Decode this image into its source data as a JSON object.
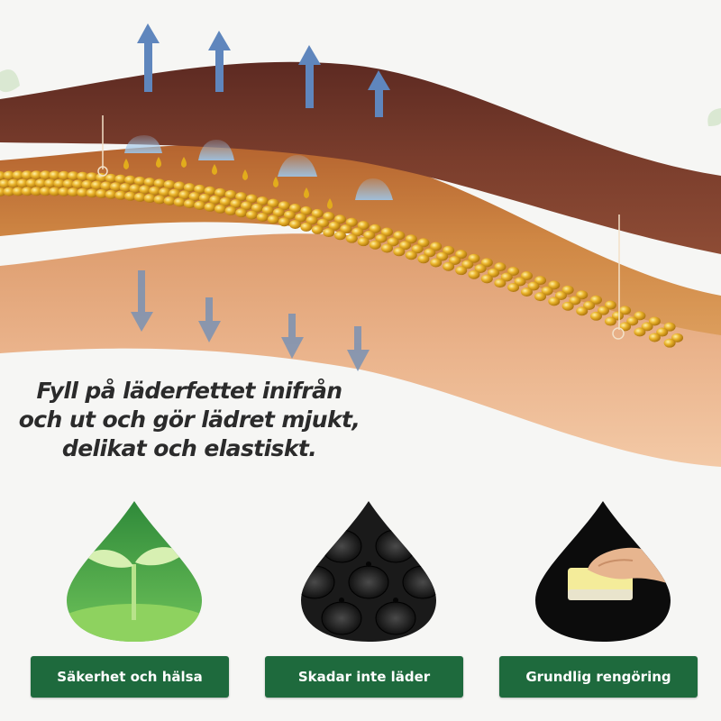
{
  "headline": {
    "line1": "Fyll på läderfettet inifrån",
    "line2": "och ut och gör lädret mjukt,",
    "line3": "delikat och elastiskt."
  },
  "features": [
    {
      "label": "Säkerhet och hälsa",
      "icon": "sprout-icon"
    },
    {
      "label": "Skadar inte läder",
      "icon": "leather-texture-icon"
    },
    {
      "label": "Grundlig rengöring",
      "icon": "sponge-cleaning-icon"
    }
  ],
  "colors": {
    "badge": "#1e6a3d",
    "top_layer": "#6b3226",
    "middle_layer": "#c77a3c",
    "bottom_layer": "#e8ae84",
    "oil_beads": "#e2ac1c",
    "arrows": "#5f86bd"
  }
}
